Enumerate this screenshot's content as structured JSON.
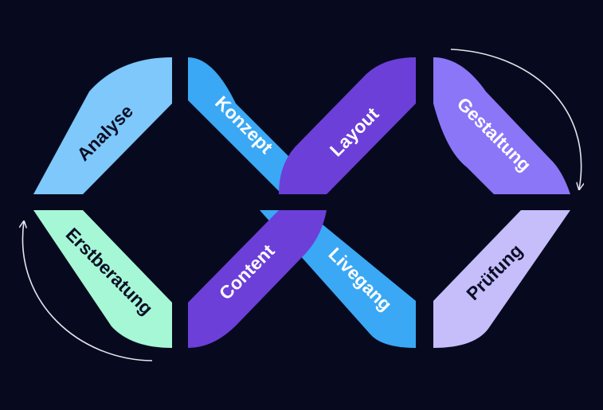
{
  "segments": [
    {
      "id": "analyse",
      "label": "Analyse",
      "color": "#7ec8fb",
      "text_color": "#0b0f25"
    },
    {
      "id": "konzept",
      "label": "Konzept",
      "color": "#3aa8f4",
      "text_color": "#ffffff"
    },
    {
      "id": "layout",
      "label": "Layout",
      "color": "#6c3fd9",
      "text_color": "#ffffff"
    },
    {
      "id": "gestaltung",
      "label": "Gestaltung",
      "color": "#8a76f7",
      "text_color": "#ffffff"
    },
    {
      "id": "erstberatung",
      "label": "Erstberatung",
      "color": "#a6f7d6",
      "text_color": "#0b0f25"
    },
    {
      "id": "content",
      "label": "Content",
      "color": "#6c3fd9",
      "text_color": "#ffffff"
    },
    {
      "id": "livegang",
      "label": "Livegang",
      "color": "#3aa8f4",
      "text_color": "#ffffff"
    },
    {
      "id": "pruefung",
      "label": "Prüfung",
      "color": "#c6bdfb",
      "text_color": "#0b0f25"
    }
  ],
  "arrow_color": "#e4e4ee"
}
